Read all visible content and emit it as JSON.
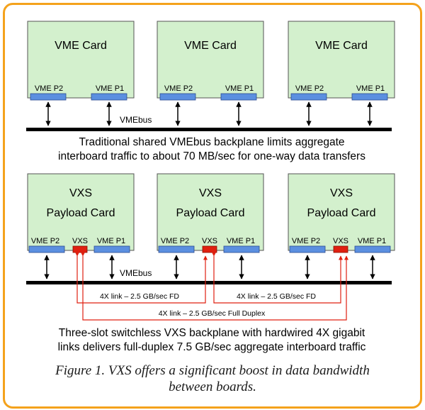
{
  "top_section": {
    "cards": [
      {
        "title": "VME Card",
        "p2": "VME P2",
        "p1": "VME P1"
      },
      {
        "title": "VME Card",
        "p2": "VME P2",
        "p1": "VME P1"
      },
      {
        "title": "VME Card",
        "p2": "VME P2",
        "p1": "VME P1"
      }
    ],
    "bus_label": "VMEbus",
    "caption_line1": "Traditional shared VMEbus backplane limits aggregate",
    "caption_line2": "interboard traffic to about 70 MB/sec for one-way data transfers"
  },
  "bottom_section": {
    "cards": [
      {
        "title_line1": "VXS",
        "title_line2": "Payload Card",
        "p2": "VME P2",
        "vxs": "VXS",
        "p1": "VME P1"
      },
      {
        "title_line1": "VXS",
        "title_line2": "Payload Card",
        "p2": "VME P2",
        "vxs": "VXS",
        "p1": "VME P1"
      },
      {
        "title_line1": "VXS",
        "title_line2": "Payload Card",
        "p2": "VME P2",
        "vxs": "VXS",
        "p1": "VME P1"
      }
    ],
    "bus_label": "VMEbus",
    "link_label_1": "4X link – 2.5 GB/sec FD",
    "link_label_2": "4X link – 2.5 GB/sec FD",
    "link_label_3": "4X link – 2.5 GB/sec Full Duplex",
    "caption_line1": "Three-slot switchless VXS backplane with hardwired 4X gigabit",
    "caption_line2": "links delivers full-duplex 7.5 GB/sec aggregate interboard traffic"
  },
  "figure_caption": {
    "line1": "Figure 1. VXS offers a significant boost in data bandwidth",
    "line2": "between boards."
  },
  "colors": {
    "frame": "#f4a21c",
    "card_fill": "#d3f0cd",
    "vme_connector": "#5b8fe0",
    "vxs_connector": "#e02010",
    "link_line": "#e02010"
  }
}
